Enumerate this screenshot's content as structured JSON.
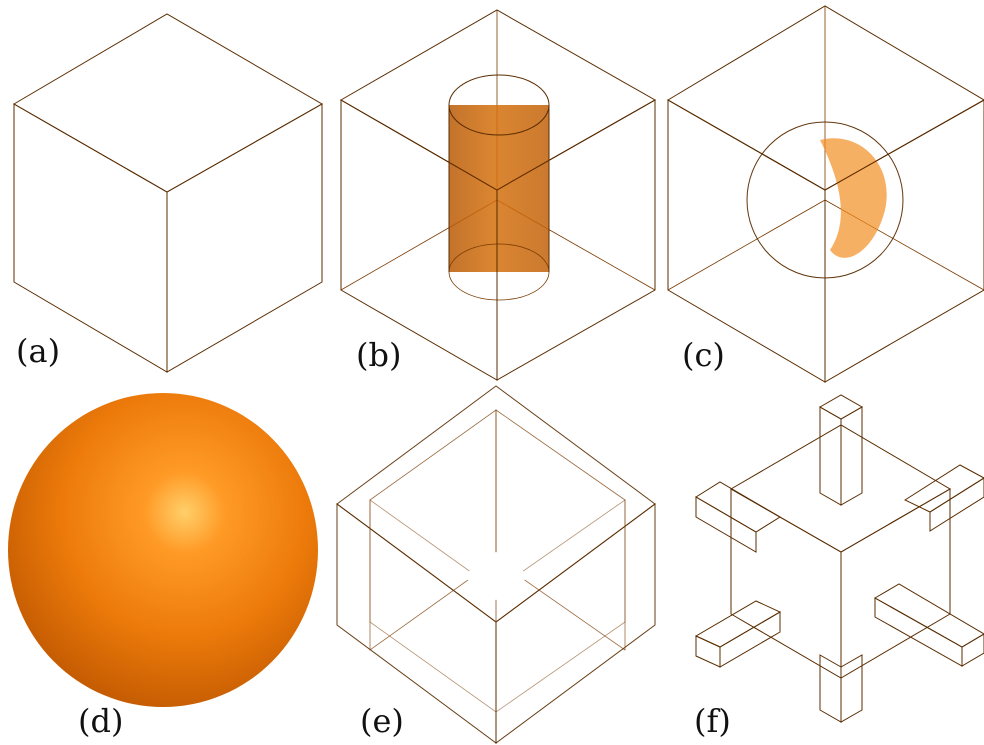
{
  "figure": {
    "panels": [
      {
        "label": "(a)",
        "shape": "solid cube"
      },
      {
        "label": "(b)",
        "shape": "translucent cube with vertical cylinder"
      },
      {
        "label": "(c)",
        "shape": "translucent cube with internal sphere"
      },
      {
        "label": "(d)",
        "shape": "shaded sphere"
      },
      {
        "label": "(e)",
        "shape": "translucent hollow cube frame"
      },
      {
        "label": "(f)",
        "shape": "cube with protruding bars"
      }
    ]
  },
  "colors": {
    "top": "#ec7a0a",
    "left": "#b85a06",
    "right": "#d96a04",
    "translucent": "#cf6a12",
    "outline": "#5a2c00",
    "sphere_light": "#ffb44a",
    "sphere_mid": "#f07c0a",
    "sphere_dark": "#b85200",
    "background": "#ffffff"
  }
}
